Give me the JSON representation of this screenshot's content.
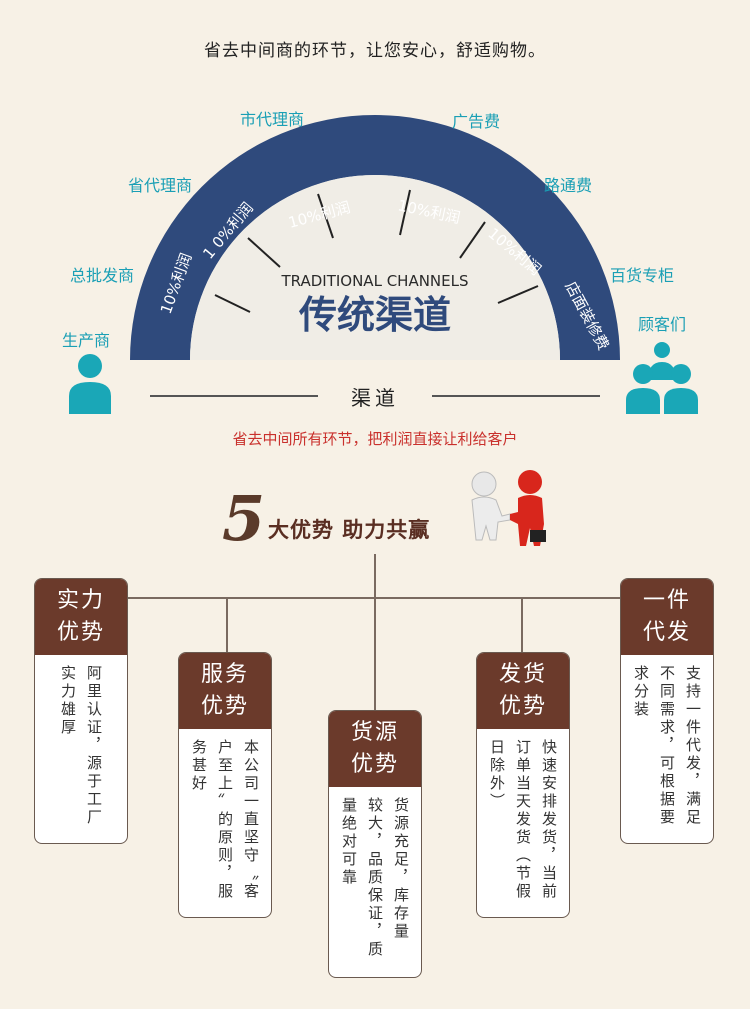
{
  "slogan_top": "省去中间商的环节，让您安心，舒适购物。",
  "arc": {
    "english": "TRADITIONAL CHANNELS",
    "chinese": "传统渠道",
    "segments": [
      "10%利润",
      "1 0%利润",
      "10%利润",
      "10%利润",
      "10%利润",
      "店面装修费"
    ]
  },
  "labels": {
    "producer": "生产商",
    "wholesaler": "总批发商",
    "provincial": "省代理商",
    "city": "市代理商",
    "ads": "广告费",
    "toll": "路通费",
    "department": "百货专柜",
    "customers": "顾客们"
  },
  "channel_word": "渠道",
  "red_slogan": "省去中间所有环节，把利润直接让利给客户",
  "advantages": {
    "number": "5",
    "title": "大优势 助力共赢"
  },
  "cards": [
    {
      "title1": "实力",
      "title2": "优势",
      "lines": [
        "阿里认证，源于工厂",
        "实力雄厚"
      ]
    },
    {
      "title1": "服务",
      "title2": "优势",
      "lines": [
        "本公司一直坚守〝客",
        "户至上〞的原则，服",
        "务甚好"
      ]
    },
    {
      "title1": "货源",
      "title2": "优势",
      "lines": [
        "货源充足，库存量",
        "较大，品质保证，质",
        "量绝对可靠"
      ]
    },
    {
      "title1": "发货",
      "title2": "优势",
      "lines": [
        "快速安排发货，当前",
        "订单当天发货（节假",
        "日除外）"
      ]
    },
    {
      "title1": "一件",
      "title2": "代发",
      "lines": [
        "支持一件代发，满足",
        "不同需求，可根据要",
        "求分装"
      ]
    }
  ],
  "colors": {
    "arc": "#2f4a7c",
    "accent": "#1a9fb5",
    "brown": "#6b3a2b",
    "red": "#c9302c"
  }
}
